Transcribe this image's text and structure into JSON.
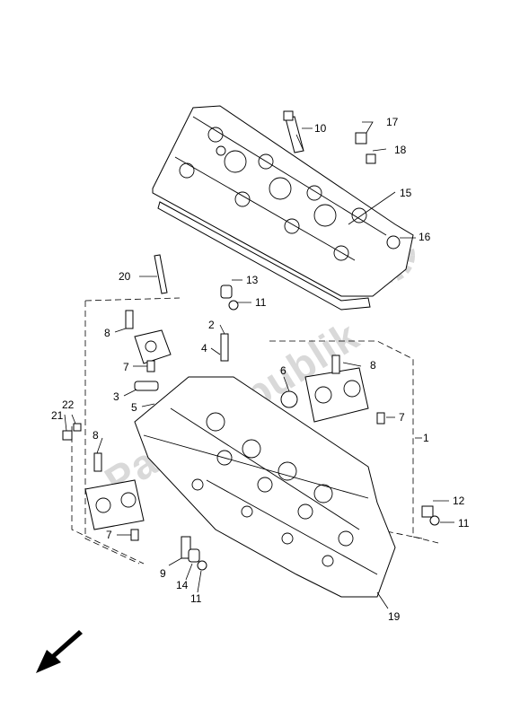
{
  "watermark": "PartsRepublik",
  "callouts": {
    "c1": "1",
    "c2": "2",
    "c3": "3",
    "c4": "4",
    "c5": "5",
    "c6": "6",
    "c7a": "7",
    "c7b": "7",
    "c7c": "7",
    "c8a": "8",
    "c8b": "8",
    "c8c": "8",
    "c9": "9",
    "c10": "10",
    "c11a": "11",
    "c11b": "11",
    "c11c": "11",
    "c12": "12",
    "c13": "13",
    "c14": "14",
    "c15": "15",
    "c16": "16",
    "c17": "17",
    "c18": "18",
    "c19": "19",
    "c20": "20",
    "c21": "21",
    "c22": "22"
  },
  "icons": {
    "direction_arrow": "front-direction-arrow-icon"
  }
}
